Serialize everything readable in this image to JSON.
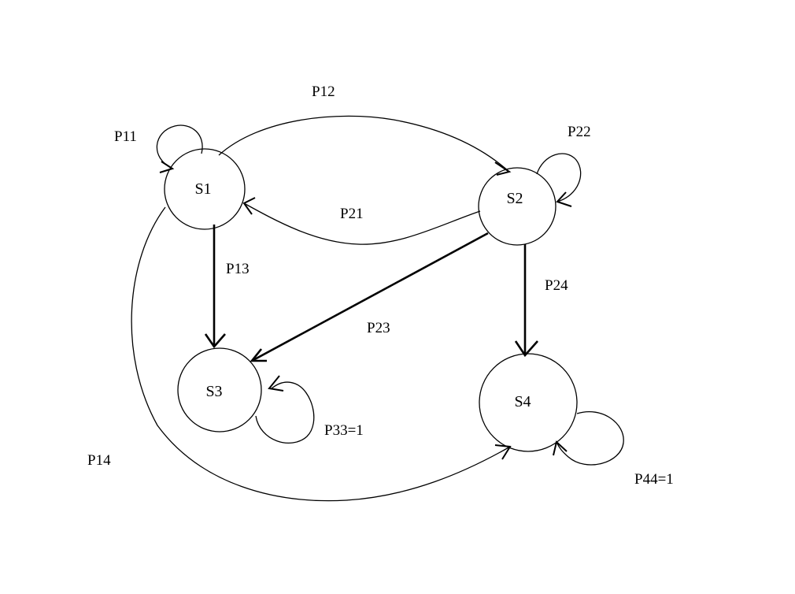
{
  "diagram": {
    "states": [
      {
        "id": "s1",
        "label": "S1"
      },
      {
        "id": "s2",
        "label": "S2"
      },
      {
        "id": "s3",
        "label": "S3"
      },
      {
        "id": "s4",
        "label": "S4"
      }
    ],
    "transitions": [
      {
        "id": "p11",
        "from": "S1",
        "to": "S1",
        "label": "P11"
      },
      {
        "id": "p12",
        "from": "S1",
        "to": "S2",
        "label": "P12"
      },
      {
        "id": "p13",
        "from": "S1",
        "to": "S3",
        "label": "P13"
      },
      {
        "id": "p14",
        "from": "S1",
        "to": "S4",
        "label": "P14"
      },
      {
        "id": "p21",
        "from": "S2",
        "to": "S1",
        "label": "P21"
      },
      {
        "id": "p22",
        "from": "S2",
        "to": "S2",
        "label": "P22"
      },
      {
        "id": "p23",
        "from": "S2",
        "to": "S3",
        "label": "P23"
      },
      {
        "id": "p24",
        "from": "S2",
        "to": "S4",
        "label": "P24"
      },
      {
        "id": "p33",
        "from": "S3",
        "to": "S3",
        "label": "P33=1"
      },
      {
        "id": "p44",
        "from": "S4",
        "to": "S4",
        "label": "P44=1"
      }
    ]
  }
}
